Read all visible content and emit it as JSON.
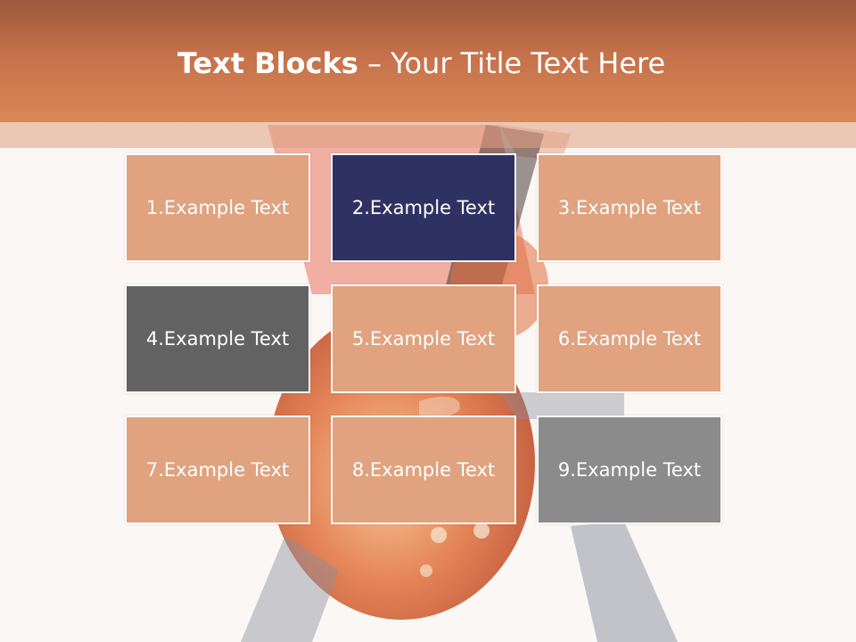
{
  "title": {
    "bold": "Text Blocks",
    "dash": " – ",
    "rest": "Your Title Text Here"
  },
  "blocks": [
    {
      "label": "1.Example Text",
      "color": "#e0a27f"
    },
    {
      "label": "2.Example Text",
      "color": "#303163"
    },
    {
      "label": "3.Example Text",
      "color": "#e0a27f"
    },
    {
      "label": "4.Example Text",
      "color": "#626262"
    },
    {
      "label": "5.Example Text",
      "color": "#e0a27f"
    },
    {
      "label": "6.Example Text",
      "color": "#e0a27f"
    },
    {
      "label": "7.Example Text",
      "color": "#e0a27f"
    },
    {
      "label": "8.Example Text",
      "color": "#e0a27f"
    },
    {
      "label": "9.Example Text",
      "color": "#8b8b8b"
    }
  ],
  "colors": {
    "header": "#d98858",
    "background": "#fbf7f4",
    "accent_navy": "#303163"
  }
}
